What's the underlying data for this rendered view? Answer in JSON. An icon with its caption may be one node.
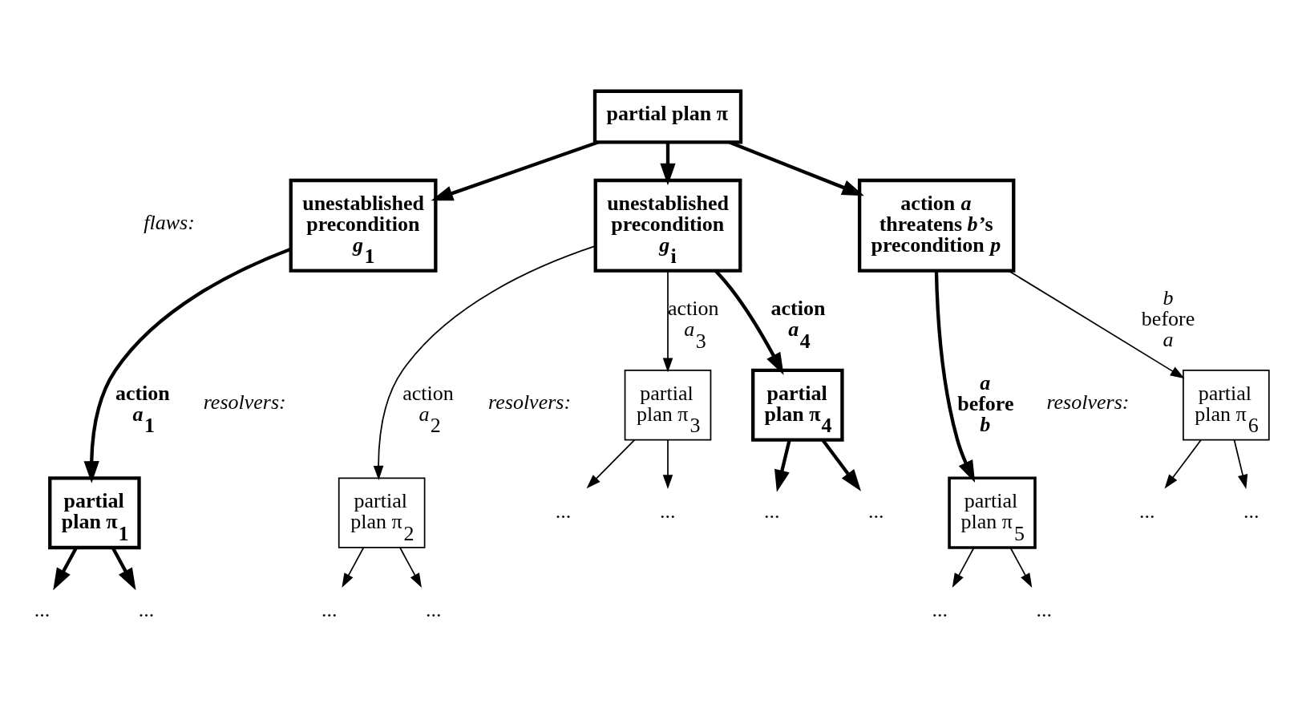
{
  "diagram": {
    "nodes": [
      {
        "text": [
          "partial plan π"
        ]
      },
      {
        "text": [
          "unestablished precondition *g*$_{1}$"
        ]
      },
      {
        "text": [
          "unestablished precondition *g*$_{i}$"
        ]
      },
      {
        "text": [
          "action *a* threatens *b*’s precondition *p*"
        ]
      },
      {
        "text": [
          "partial plan π$_{1}$"
        ]
      },
      {
        "text": [
          "partial plan π$_{2}$"
        ]
      },
      {
        "text": [
          "partial plan π$_{3}$"
        ]
      },
      {
        "text": [
          "partial plan π$_{4}$"
        ]
      },
      {
        "text": [
          "partial plan π$_{5}$"
        ]
      },
      {
        "text": [
          "partial plan π$_{6}$"
        ]
      },
      {
        "text": [
          "..."
        ]
      },
      {
        "text": [
          "..."
        ]
      },
      {
        "text": [
          "..."
        ]
      },
      {
        "text": [
          "..."
        ]
      },
      {
        "text": [
          "..."
        ]
      },
      {
        "text": [
          "..."
        ]
      },
      {
        "text": [
          "..."
        ]
      },
      {
        "text": [
          "..."
        ]
      },
      {
        "text": [
          "..."
        ]
      },
      {
        "text": [
          "..."
        ]
      },
      {
        "text": [
          "..."
        ]
      },
      {
        "text": [
          "..."
        ]
      }
    ],
    "edges": [
      {
        "from": 0,
        "to": 1,
        "arrow": "to",
        "style": "thick"
      },
      {
        "from": 0,
        "to": 2,
        "arrow": "to",
        "style": "thick"
      },
      {
        "from": 0,
        "to": 3,
        "arrow": "to",
        "style": "thick"
      },
      {
        "from": 1,
        "to": 4,
        "arrow": "to",
        "style": "thick",
        "label": "action *a*$_{1}$"
      },
      {
        "from": 2,
        "to": 5,
        "arrow": "to",
        "label": "action *a*$_{2}$"
      },
      {
        "from": 2,
        "to": 6,
        "arrow": "to",
        "label": "action *a*$_{3}$"
      },
      {
        "from": 2,
        "to": 7,
        "arrow": "to",
        "style": "thick",
        "label": "action *a*$_{4}$"
      },
      {
        "from": 3,
        "to": 8,
        "arrow": "to",
        "style": "thick",
        "label": "*a* before *b*"
      },
      {
        "from": 3,
        "to": 9,
        "arrow": "to",
        "label": "*b* before *a*"
      },
      {
        "from": 4,
        "to": 10,
        "arrow": "to",
        "style": "thick"
      },
      {
        "from": 4,
        "to": 11,
        "arrow": "to",
        "style": "thick"
      },
      {
        "from": 5,
        "to": 12,
        "arrow": "to"
      },
      {
        "from": 5,
        "to": 13,
        "arrow": "to"
      },
      {
        "from": 6,
        "to": 14,
        "arrow": "to"
      },
      {
        "from": 6,
        "to": 15,
        "arrow": "to"
      },
      {
        "from": 7,
        "to": 16,
        "arrow": "to",
        "style": "thick"
      },
      {
        "from": 7,
        "to": 17,
        "arrow": "to",
        "style": "thick"
      },
      {
        "from": 8,
        "to": 18,
        "arrow": "to"
      },
      {
        "from": 8,
        "to": 19,
        "arrow": "to"
      },
      {
        "from": 9,
        "to": 20,
        "arrow": "to"
      },
      {
        "from": 9,
        "to": 21,
        "arrow": "to"
      }
    ],
    "labels": [
      "flaws:",
      "resolvers:",
      "resolvers:",
      "resolvers:"
    ]
  }
}
